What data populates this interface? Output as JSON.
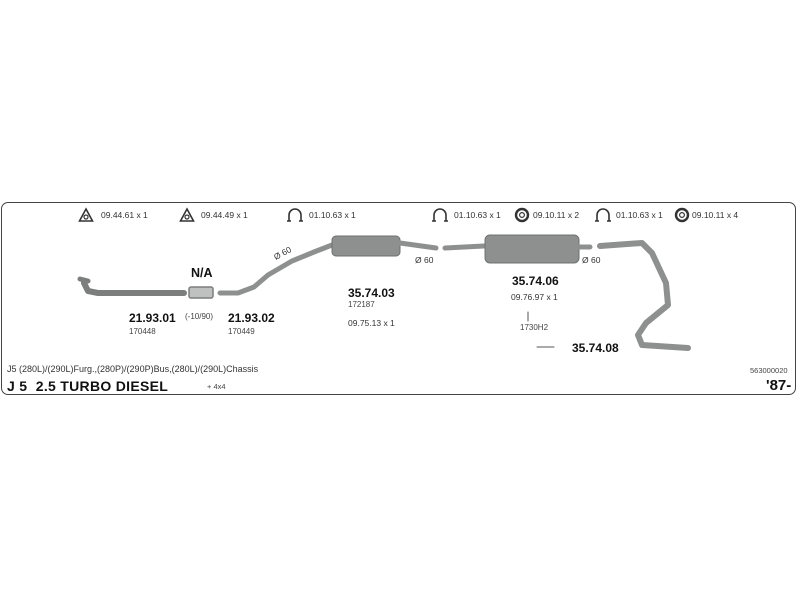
{
  "hardware": [
    {
      "icon": "triangle-clamp-icon",
      "text": "09.44.61 x 1"
    },
    {
      "icon": "triangle-clamp-icon",
      "text": "09.44.49 x 1"
    },
    {
      "icon": "u-clamp-icon",
      "text": "01.10.63 x 1"
    },
    {
      "icon": "u-clamp-icon",
      "text": "01.10.63 x 1"
    },
    {
      "icon": "ring-mount-icon",
      "text": "09.10.11 x 2"
    },
    {
      "icon": "u-clamp-icon",
      "text": "01.10.63 x 1"
    },
    {
      "icon": "ring-mount-icon",
      "text": "09.10.11 x 4"
    }
  ],
  "parts": {
    "front_pipe": {
      "number": "21.93.01",
      "ref": "170448"
    },
    "front_pipe_note": "(-10/90)",
    "na_label": "N/A",
    "mid_pipe": {
      "number": "21.93.02",
      "ref": "170449"
    },
    "center_silencer": {
      "number": "35.74.03",
      "ref": "172187",
      "extra": "09.75.13 x 1"
    },
    "rear_silencer": {
      "number": "35.74.06",
      "extra": "09.76.97 x 1",
      "ref": "1730H2"
    },
    "tail_pipe": {
      "number": "35.74.08"
    }
  },
  "diameters": [
    "Ø 60",
    "Ø 60",
    "Ø 60"
  ],
  "vehicle": {
    "variants": "J5 (280L)/(290L)Furg.,(280P)/(290P)Bus,(280L)/(290L)Chassis",
    "model": "J 5  2.5 TURBO DIESEL",
    "drive": "+ 4x4",
    "year": "'87-",
    "code": "563000020"
  },
  "colors": {
    "pipe": "#8e9090",
    "pipe_dark": "#6f7171",
    "border": "#444444"
  }
}
